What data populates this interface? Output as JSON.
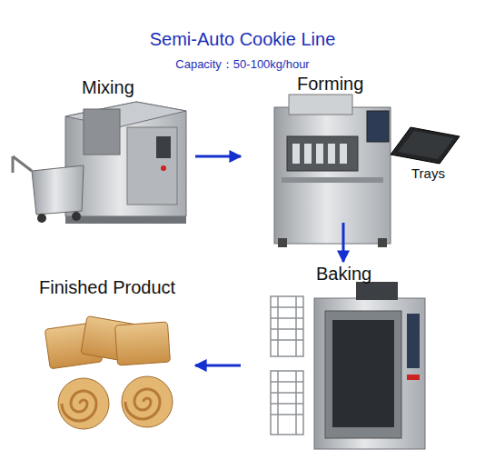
{
  "diagram": {
    "title": "Semi-Auto Cookie Line",
    "nodes": [
      {
        "text": [
          "Mixing"
        ]
      },
      {
        "text": [
          "Forming"
        ]
      },
      {
        "text": [
          "Baking"
        ]
      },
      {
        "text": [
          "Finished Product"
        ]
      }
    ],
    "edges": [
      {
        "from": 0,
        "to": 1,
        "arrow": "to"
      },
      {
        "from": 1,
        "to": 2,
        "arrow": "to"
      },
      {
        "from": 2,
        "to": 3,
        "arrow": "to"
      }
    ],
    "labels": [
      "Capacity：50-100kg/hour",
      "Trays"
    ]
  }
}
